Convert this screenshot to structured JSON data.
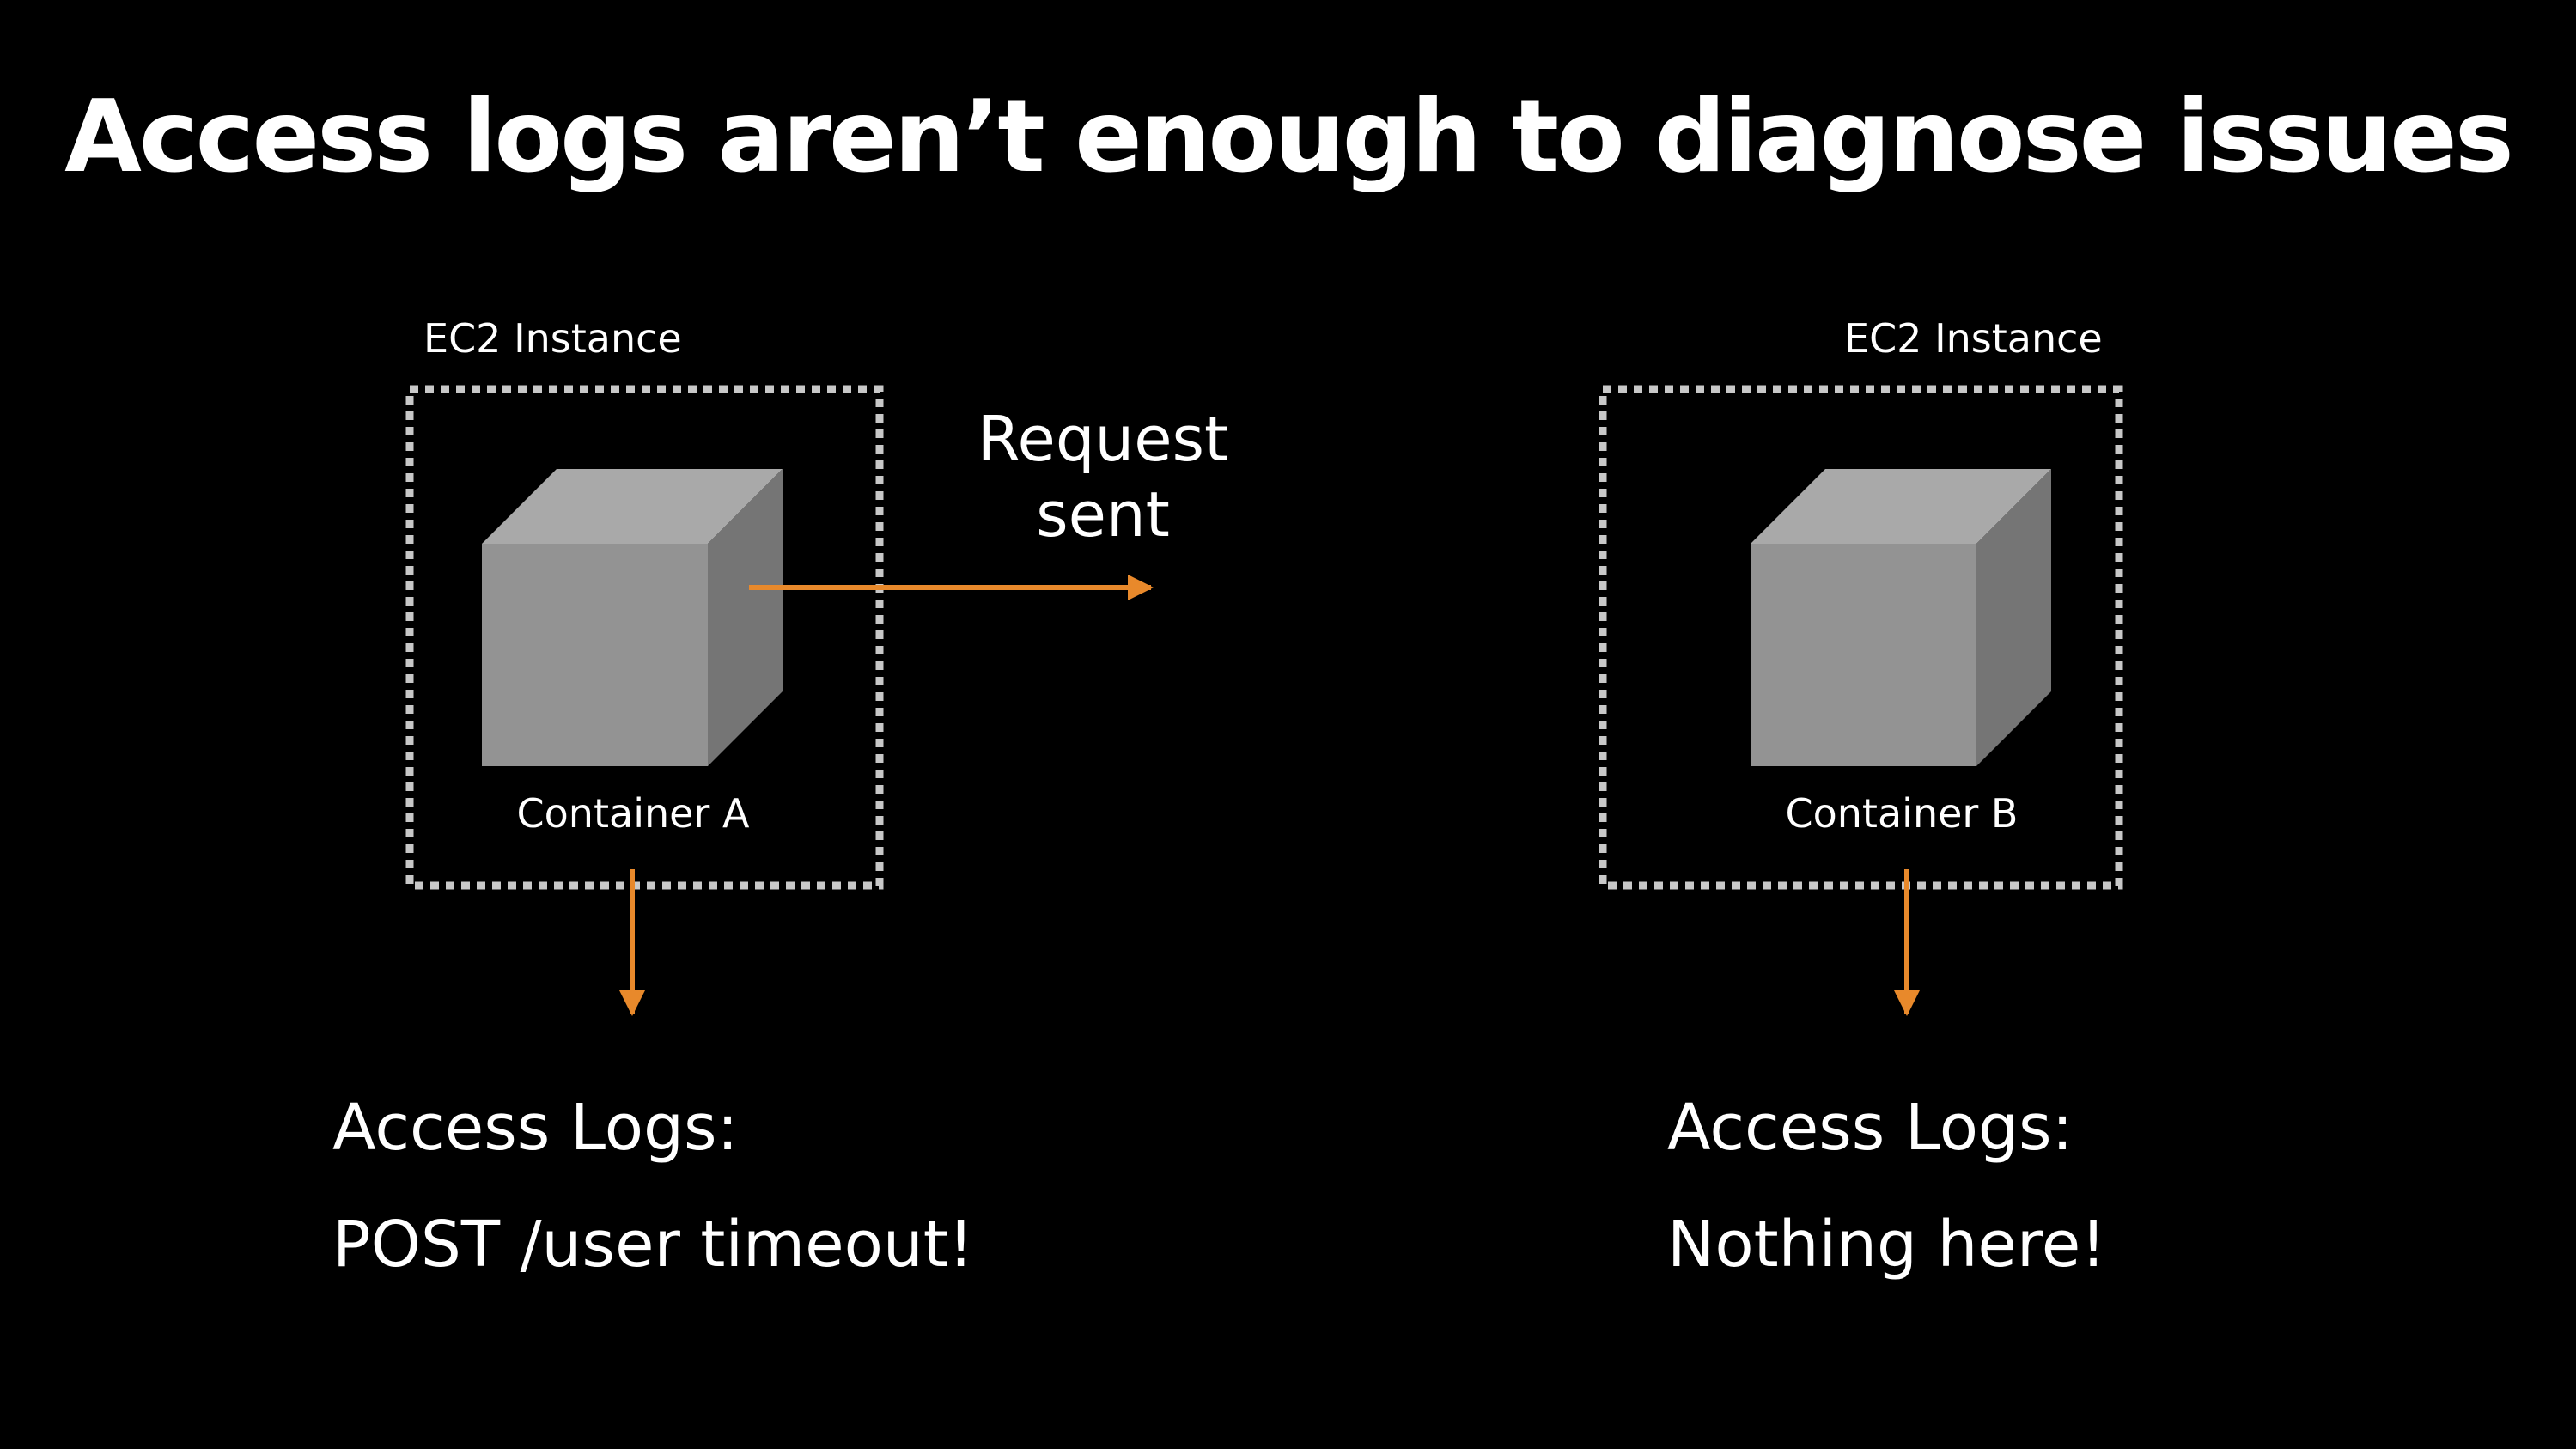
{
  "slide": {
    "title": "Access logs aren’t enough to diagnose issues"
  },
  "diagram": {
    "left_node": {
      "instance_label": "EC2 Instance",
      "container_label": "Container A",
      "log_heading": "Access Logs:",
      "log_entry": "POST /user timeout!"
    },
    "right_node": {
      "instance_label": "EC2 Instance",
      "container_label": "Container B",
      "log_heading": "Access Logs:",
      "log_entry": "Nothing here!"
    },
    "request": {
      "line1": "Request",
      "line2": "sent"
    },
    "colors": {
      "background": "#000000",
      "text": "#ffffff",
      "arrow": "#e8892b",
      "dotted_border": "#c8c8c8",
      "cube_front": "#939393",
      "cube_top": "#a9a9a9",
      "cube_side": "#757575"
    }
  }
}
